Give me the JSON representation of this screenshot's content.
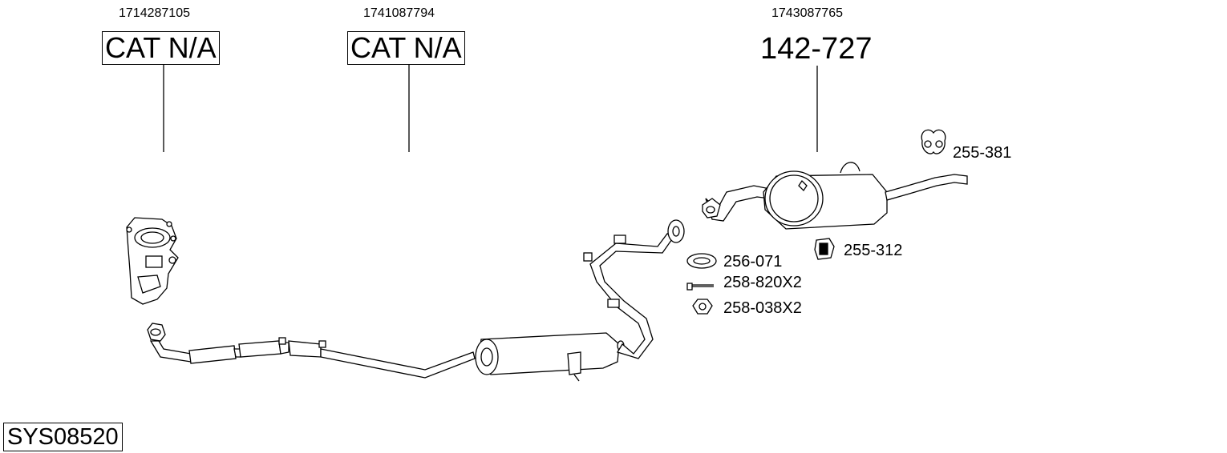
{
  "header_refs": [
    "1714287105",
    "1741087794",
    "1743087765"
  ],
  "boxes": [
    "CAT N/A",
    "CAT N/A"
  ],
  "main_part": "142-727",
  "parts": {
    "hanger_rubber": "255-381",
    "hanger_clamp": "255-312",
    "gasket": "256-071",
    "bolt": "258-820X2",
    "nut": "258-038X2"
  },
  "system_code": "SYS08520",
  "colors": {
    "line": "#000000",
    "background": "#ffffff"
  }
}
